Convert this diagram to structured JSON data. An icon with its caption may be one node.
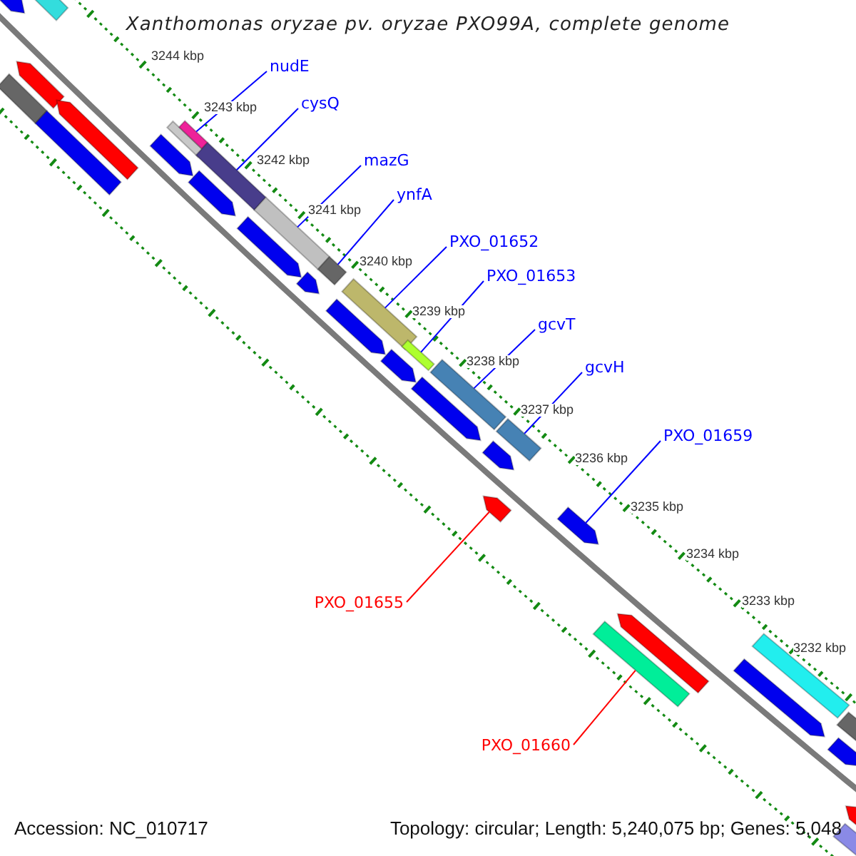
{
  "diagram": {
    "title": "Xanthomonas oryzae pv. oryzae PXO99A, complete genome",
    "nodes": [
      {
        "text": [
          "nudE"
        ]
      },
      {
        "text": [
          "cysQ"
        ]
      },
      {
        "text": [
          "mazG"
        ]
      },
      {
        "text": [
          "ynfA"
        ]
      },
      {
        "text": [
          "PXO_01652"
        ]
      },
      {
        "text": [
          "PXO_01653"
        ]
      },
      {
        "text": [
          "gcvT"
        ]
      },
      {
        "text": [
          "gcvH"
        ]
      },
      {
        "text": [
          "PXO_01659"
        ]
      },
      {
        "text": [
          "PXO_01655"
        ]
      },
      {
        "text": [
          "PXO_01660"
        ]
      },
      {
        "text": [],
        "shape": "arrow"
      },
      {
        "text": [],
        "shape": "box"
      },
      {
        "text": [],
        "shape": "box"
      },
      {
        "text": [],
        "shape": "arrow"
      },
      {
        "text": [],
        "shape": "arrow"
      },
      {
        "text": [],
        "shape": "box"
      },
      {
        "text": [],
        "shape": "arrow"
      },
      {
        "text": [],
        "shape": "box"
      },
      {
        "text": [],
        "shape": "box"
      },
      {
        "text": [],
        "shape": "box"
      },
      {
        "text": [],
        "shape": "arrow"
      },
      {
        "text": [],
        "shape": "arrow"
      },
      {
        "text": [],
        "shape": "box"
      },
      {
        "text": [],
        "shape": "arrow"
      },
      {
        "text": [],
        "shape": "box"
      },
      {
        "text": [],
        "shape": "box"
      },
      {
        "text": [],
        "shape": "arrow"
      },
      {
        "text": [],
        "shape": "arrow"
      },
      {
        "text": [],
        "shape": "box"
      },
      {
        "text": [],
        "shape": "arrow"
      },
      {
        "text": [],
        "shape": "box"
      },
      {
        "text": [],
        "shape": "box"
      },
      {
        "text": [],
        "shape": "arrow"
      },
      {
        "text": [],
        "shape": "arrow"
      },
      {
        "text": [],
        "shape": "arrow"
      },
      {
        "text": [],
        "shape": "box"
      },
      {
        "text": [],
        "shape": "arrow"
      },
      {
        "text": [],
        "shape": "box"
      },
      {
        "text": [],
        "shape": "arrow"
      },
      {
        "text": [],
        "shape": "box"
      },
      {
        "text": [],
        "shape": "arrow"
      },
      {
        "text": [],
        "shape": "arrow"
      },
      {
        "text": [],
        "shape": "box"
      }
    ],
    "edges": [
      {
        "from": 0,
        "to": 19,
        "arrow": "none"
      },
      {
        "from": 1,
        "to": 20,
        "arrow": "none"
      },
      {
        "from": 2,
        "to": 23,
        "arrow": "none"
      },
      {
        "from": 3,
        "to": 25,
        "arrow": "none"
      },
      {
        "from": 4,
        "to": 26,
        "arrow": "none"
      },
      {
        "from": 5,
        "to": 29,
        "arrow": "none"
      },
      {
        "from": 6,
        "to": 31,
        "arrow": "none"
      },
      {
        "from": 7,
        "to": 32,
        "arrow": "none"
      },
      {
        "from": 8,
        "to": 35,
        "arrow": "none"
      },
      {
        "from": 9,
        "to": 34,
        "arrow": "none",
        "color": "#ff0000"
      },
      {
        "from": 10,
        "to": 36,
        "arrow": "none",
        "color": "#ff0000"
      }
    ],
    "labels": [
      "3244 kbp",
      "3243 kbp",
      "3242 kbp",
      "3241 kbp",
      "3240 kbp",
      "3239 kbp",
      "3238 kbp",
      "3237 kbp",
      "3236 kbp",
      "3235 kbp",
      "3234 kbp",
      "3233 kbp",
      "3232 kbp",
      "Accession: NC_010717",
      "Topology: circular; Length: 5,240,075 bp; Genes: 5,048"
    ]
  }
}
